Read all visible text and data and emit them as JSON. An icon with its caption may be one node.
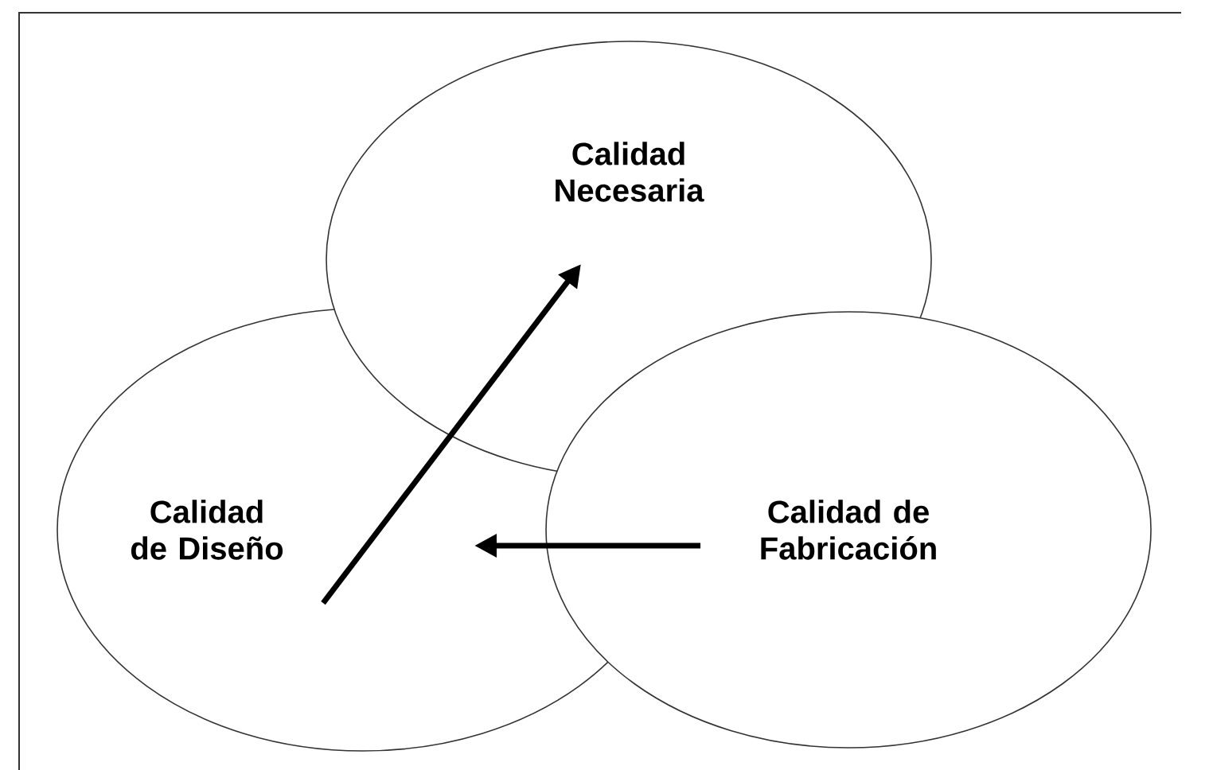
{
  "diagram": {
    "nodes": [
      {
        "text": [
          "Calidad Necesaria"
        ]
      },
      {
        "text": [
          "Calidad de Diseño"
        ]
      },
      {
        "text": [
          "Calidad de Fabricación"
        ]
      }
    ],
    "edges": [
      {
        "from": 1,
        "to": 0,
        "arrow": "to"
      },
      {
        "from": 2,
        "to": 1,
        "arrow": "to"
      }
    ]
  }
}
